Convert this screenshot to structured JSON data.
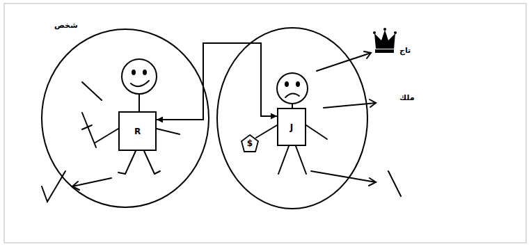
{
  "diagram": {
    "nodes": [
      {
        "text": [
          "R"
        ]
      },
      {
        "text": [
          "J"
        ]
      },
      {
        "text": [
          "$"
        ]
      }
    ],
    "edges": [
      {
        "from": 0,
        "to": 1,
        "arrow": "both"
      }
    ],
    "labels": [
      "شخص",
      "تاج",
      "ملك"
    ]
  }
}
